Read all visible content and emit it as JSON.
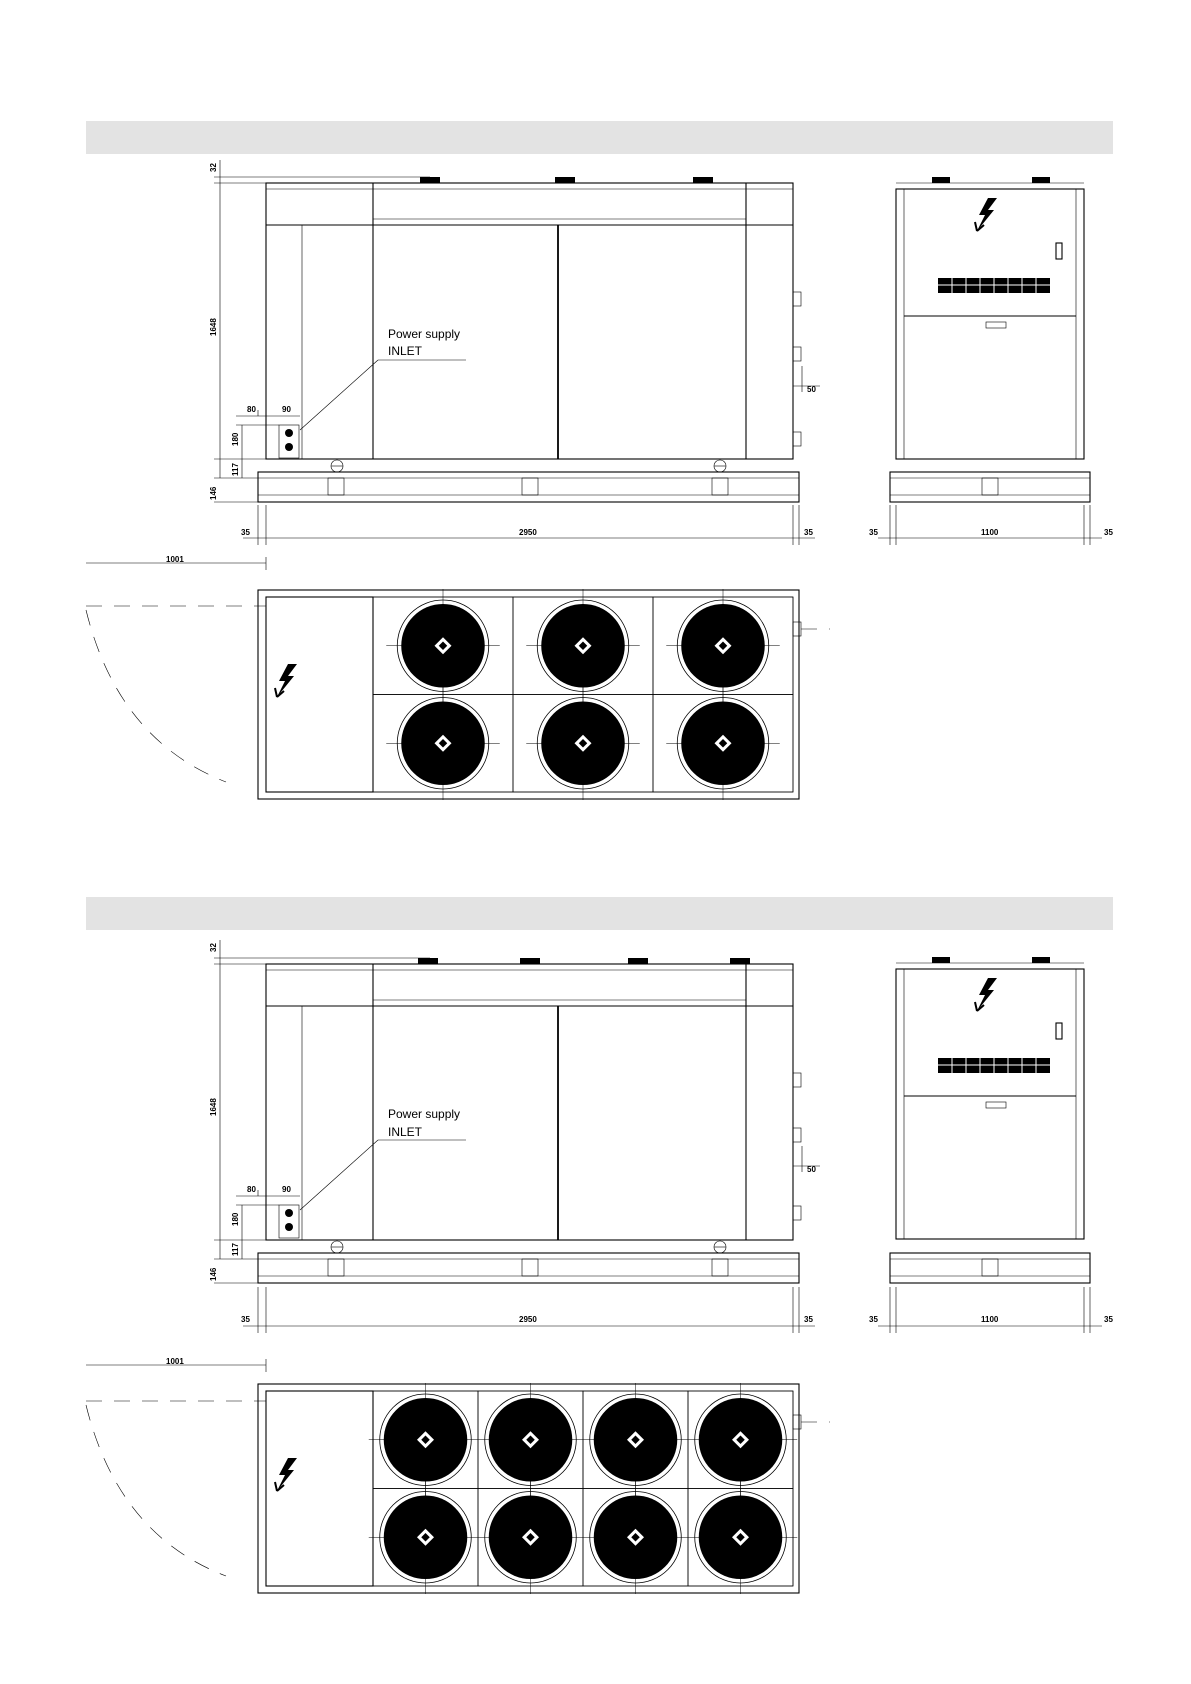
{
  "sections": [
    {
      "front": {
        "dims": {
          "top": "32",
          "height": "1648",
          "d80": "80",
          "d90": "90",
          "d180": "180",
          "d117": "117",
          "d146": "146",
          "side35l": "35",
          "length": "2950",
          "side35r": "35",
          "d50": "50"
        },
        "callout": {
          "line1": "Power supply",
          "line2": "INLET"
        }
      },
      "side": {
        "dims": {
          "left35": "35",
          "width": "1100",
          "right35": "35"
        }
      },
      "top": {
        "dims": {
          "clearance": "1001"
        },
        "fan_columns": 3,
        "fan_rows": 2
      }
    },
    {
      "front": {
        "dims": {
          "top": "32",
          "height": "1648",
          "d80": "80",
          "d90": "90",
          "d180": "180",
          "d117": "117",
          "d146": "146",
          "side35l": "35",
          "length": "2950",
          "side35r": "35",
          "d50": "50"
        },
        "callout": {
          "line1": "Power supply",
          "line2": "INLET"
        }
      },
      "side": {
        "dims": {
          "left35": "35",
          "width": "1100",
          "right35": "35"
        }
      },
      "top": {
        "dims": {
          "clearance": "1001"
        },
        "fan_columns": 4,
        "fan_rows": 2
      }
    }
  ],
  "colors": {
    "band": "#e3e3e3",
    "line": "#000000",
    "fan": "#000000"
  },
  "icons": [
    "high-voltage-icon",
    "fan-icon"
  ]
}
